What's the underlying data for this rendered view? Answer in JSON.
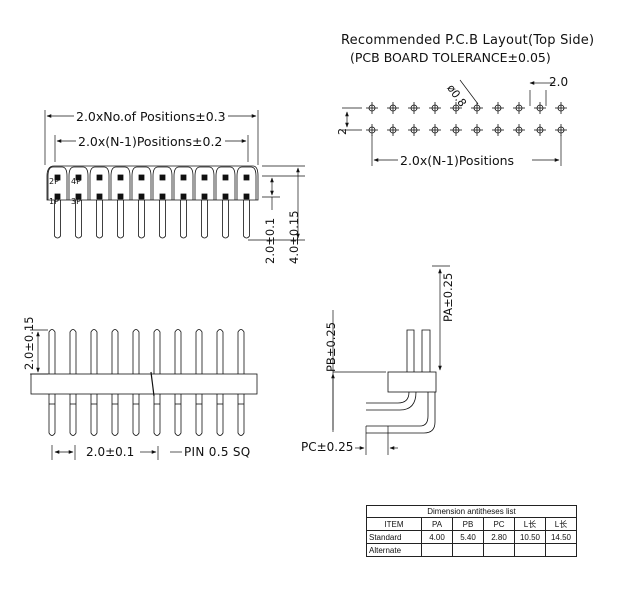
{
  "pcb": {
    "title": "Recommended P.C.B Layout(Top Side)",
    "tolerance": "(PCB BOARD TOLERANCE±0.05)",
    "hole_dia": "ø0.8",
    "pitch_x": "2.0",
    "pitch_y": "2",
    "span": "2.0x(N-1)Positions"
  },
  "front_view": {
    "overall": "2.0xNo.of Positions±0.3",
    "span": "2.0x(N-1)Positions±0.2",
    "pos_2p": "2P",
    "pos_4p": "4P",
    "pos_1p": "1P",
    "pos_3p": "3P",
    "row_pitch": "2.0±0.1",
    "body_height": "4.0±0.15"
  },
  "side_view": {
    "post_height": "2.0±0.15",
    "pitch": "2.0±0.1",
    "pin_size": "PIN 0.5 SQ"
  },
  "angle_view": {
    "pa": "PA±0.25",
    "pb": "PB±0.25",
    "pc": "PC±0.25"
  },
  "table": {
    "caption": "Dimension antitheses list",
    "headers": [
      "ITEM",
      "PA",
      "PB",
      "PC",
      "L长",
      "L长"
    ],
    "rows": [
      [
        "Standard",
        "4.00",
        "5.40",
        "2.80",
        "10.50",
        "14.50"
      ],
      [
        "Alternate",
        "",
        "",
        "",
        "",
        ""
      ]
    ]
  }
}
